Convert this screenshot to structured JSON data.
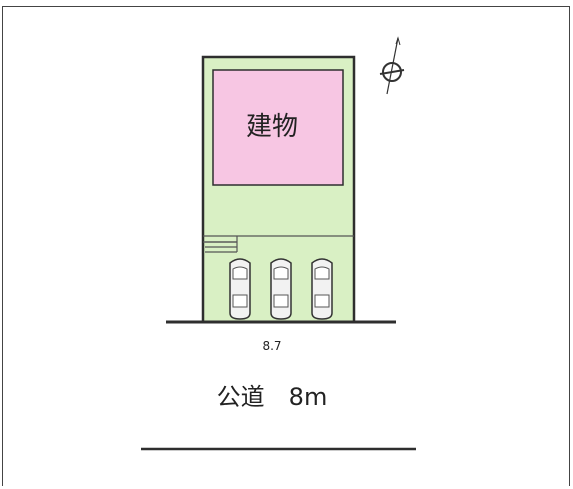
{
  "plan": {
    "building_label": "建物",
    "frontage_label": "8.7",
    "road_label": "公道　8m",
    "parking_spaces": 3
  },
  "colors": {
    "lot_fill": "#d9f0c4",
    "building_fill": "#f7c6e3",
    "outline": "#2e2e2e"
  },
  "icons": {
    "north_arrow": "north-arrow-icon",
    "car": "car-icon"
  }
}
